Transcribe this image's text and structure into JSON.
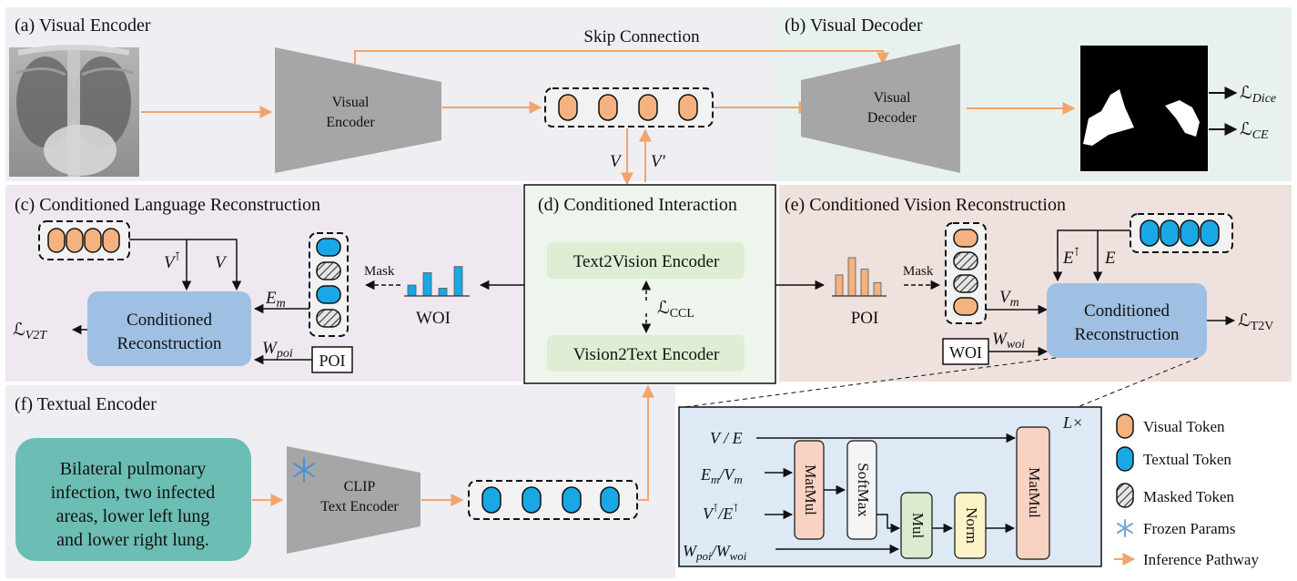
{
  "panels": {
    "a": "(a) Visual Encoder",
    "b": "(b) Visual Decoder",
    "c": "(c) Conditioned Language Reconstruction",
    "d": "(d) Conditioned Interaction",
    "e": "(e) Conditioned Vision Reconstruction",
    "f": "(f) Textual Encoder"
  },
  "skip_connection": "Skip Connection",
  "visual_encoder": [
    "Visual",
    "Encoder"
  ],
  "visual_decoder": [
    "Visual",
    "Decoder"
  ],
  "loss_dice": "ℒ",
  "loss_dice_sub": "Dice",
  "loss_ce": "ℒ",
  "loss_ce_sub": "CE",
  "v_label": "V",
  "v_prime_label": "V′",
  "text2vision": "Text2Vision Encoder",
  "vision2text": "Vision2Text Encoder",
  "loss_ccl": "ℒ",
  "loss_ccl_sub": "CCL",
  "c_block": {
    "mask": "Mask",
    "woi": "WOI",
    "poi_box": "POI",
    "vt": "V",
    "vt_sup": "⊺",
    "v": "V",
    "em": "E",
    "em_sub": "m",
    "wpoi": "W",
    "wpoi_sub": "poi",
    "recon": [
      "Conditioned",
      "Reconstruction"
    ],
    "loss": "ℒ",
    "loss_sub": "V2T"
  },
  "e_block": {
    "mask": "Mask",
    "poi": "POI",
    "woi_box": "WOI",
    "et": "E",
    "et_sup": "⊺",
    "e": "E",
    "vm": "V",
    "vm_sub": "m",
    "wwoi": "W",
    "wwoi_sub": "woi",
    "recon": [
      "Conditioned",
      "Reconstruction"
    ],
    "loss": "ℒ",
    "loss_sub": "T2V"
  },
  "f_block": {
    "report": [
      "Bilateral pulmonary",
      "infection, two infected",
      "areas, lower left lung",
      "and lower right lung."
    ],
    "clip": [
      "CLIP",
      "Text Encoder"
    ]
  },
  "detail": {
    "lx": "L×",
    "in1": "V / E",
    "in2_a": "E",
    "in2_a_sub": "m",
    "in2_b": "/V",
    "in2_b_sub": "m",
    "in3_a": "V",
    "in3_b": "/E",
    "sup": "⊺",
    "in4_a": "W",
    "in4_a_sub": "poi",
    "in4_b": "/W",
    "in4_b_sub": "woi",
    "matmul1": "MatMul",
    "softmax": "SoftMax",
    "mul": "Mul",
    "norm": "Norm",
    "matmul2": "MatMul"
  },
  "legend": [
    {
      "label": "Visual Token",
      "color": "#f3b27f"
    },
    {
      "label": "Textual Token",
      "color": "#1aa7e6"
    },
    {
      "label": "Masked Token",
      "color": "#bbbbbb"
    },
    {
      "label": "Frozen Params",
      "color": "#6fa8dc"
    },
    {
      "label": "Inference Pathway",
      "color": "#f3a46b"
    }
  ],
  "woi_hist": [
    0.35,
    0.75,
    0.25,
    0.95
  ],
  "poi_hist": [
    0.55,
    1.0,
    0.7,
    0.35
  ]
}
